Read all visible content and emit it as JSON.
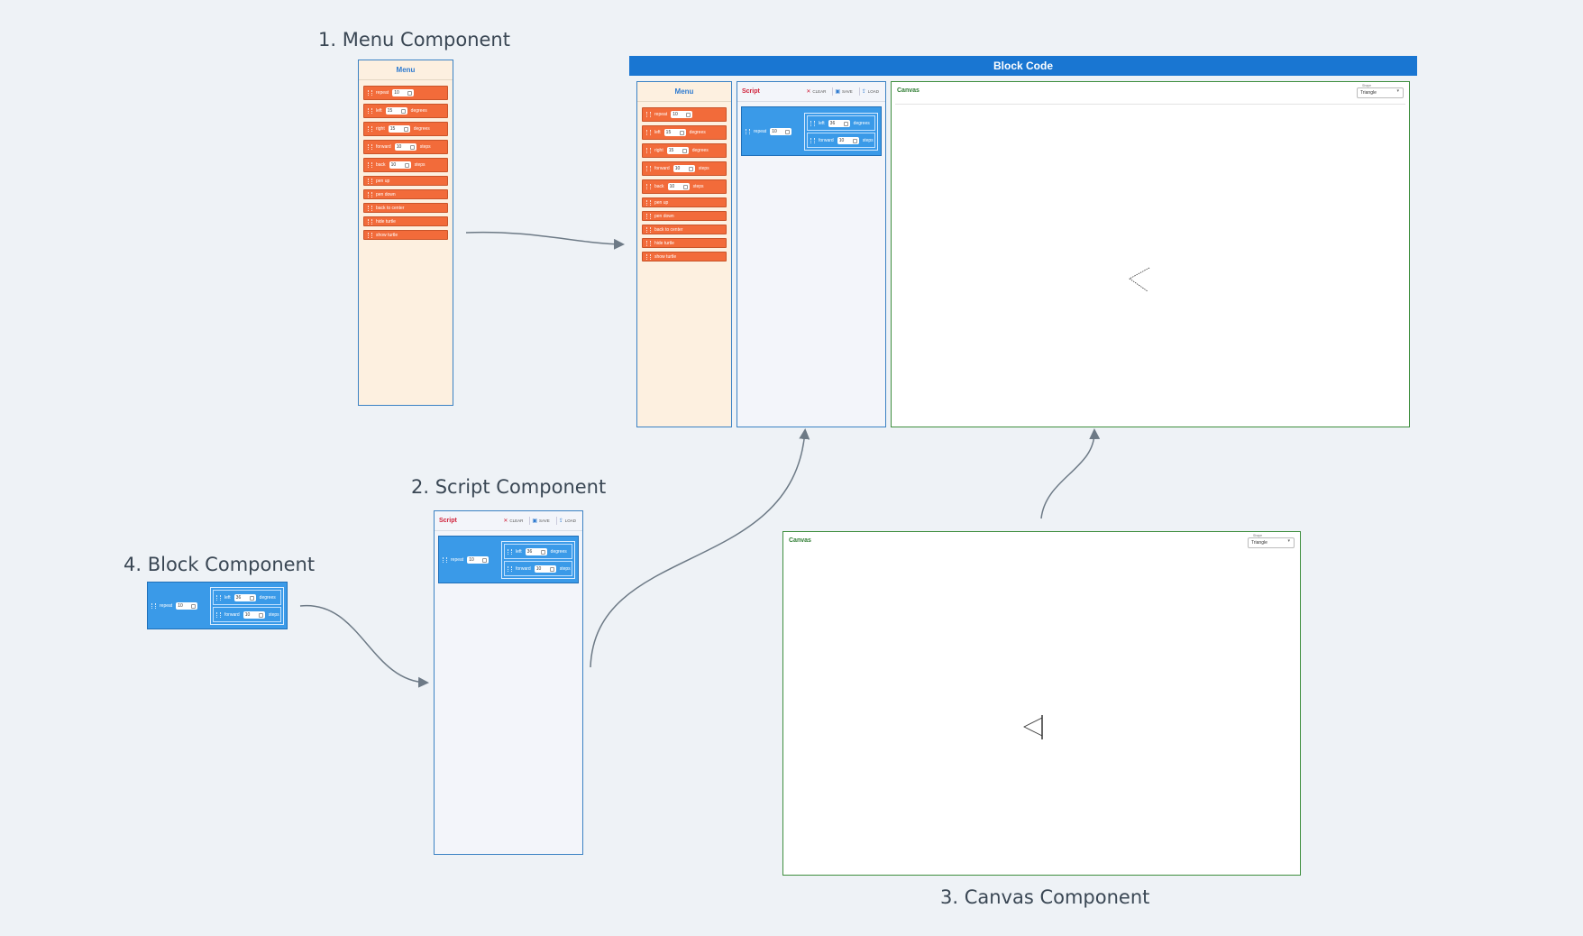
{
  "titles": {
    "menu": "1. Menu Component",
    "script": "2. Script Component",
    "canvas": "3. Canvas Component",
    "block": "4. Block Component"
  },
  "app": {
    "title": "Block Code"
  },
  "menu": {
    "title": "Menu",
    "blocks": [
      {
        "label": "repeat",
        "value": "10",
        "suffix": ""
      },
      {
        "label": "left",
        "value": "15",
        "suffix": "degrees"
      },
      {
        "label": "right",
        "value": "15",
        "suffix": "degrees"
      },
      {
        "label": "forward",
        "value": "10",
        "suffix": "steps"
      },
      {
        "label": "back",
        "value": "10",
        "suffix": "steps"
      },
      {
        "label": "pen up",
        "value": "",
        "suffix": ""
      },
      {
        "label": "pen down",
        "value": "",
        "suffix": ""
      },
      {
        "label": "back to center",
        "value": "",
        "suffix": ""
      },
      {
        "label": "hide turtle",
        "value": "",
        "suffix": ""
      },
      {
        "label": "show turtle",
        "value": "",
        "suffix": ""
      }
    ]
  },
  "script": {
    "title": "Script",
    "clear_label": "CLEAR",
    "save_label": "SAVE",
    "load_label": "LOAD",
    "repeat_label": "repeat",
    "repeat_value": "10",
    "inner": [
      {
        "label": "left",
        "value": "36",
        "suffix": "degrees"
      },
      {
        "label": "forward",
        "value": "10",
        "suffix": "steps"
      }
    ]
  },
  "canvas": {
    "title": "Canvas",
    "select_label": "Shape",
    "select_value": "Triangle"
  },
  "colors": {
    "menu_block": "#f26b3a",
    "script_block": "#3a9ae8",
    "app_bar": "#1976d2",
    "canvas_border": "#3e8e3e",
    "script_title": "#d0213a"
  }
}
